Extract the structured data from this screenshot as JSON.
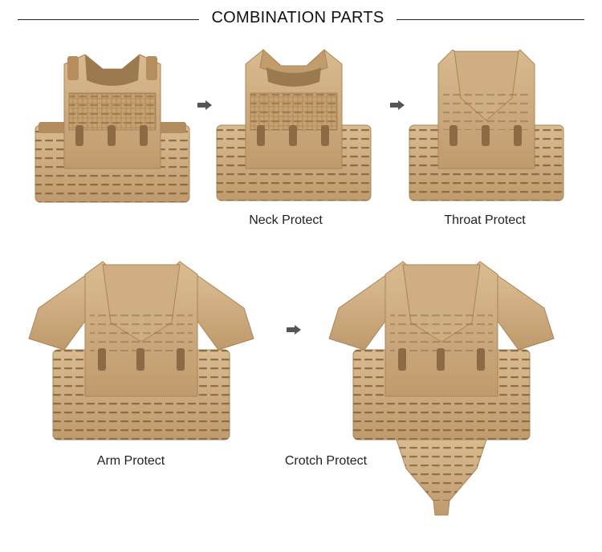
{
  "header": {
    "title": "COMBINATION PARTS"
  },
  "captions": {
    "neck": "Neck Protect",
    "throat": "Throat Protect",
    "arm": "Arm Protect",
    "crotch": "Crotch Protect"
  },
  "colors": {
    "tan": "#c9a578",
    "tan_light": "#d8b98d",
    "tan_dark": "#a98559",
    "slot": "#7f6040",
    "arrow": "#555555"
  },
  "icons": {
    "arrow": "right-arrow-icon"
  }
}
